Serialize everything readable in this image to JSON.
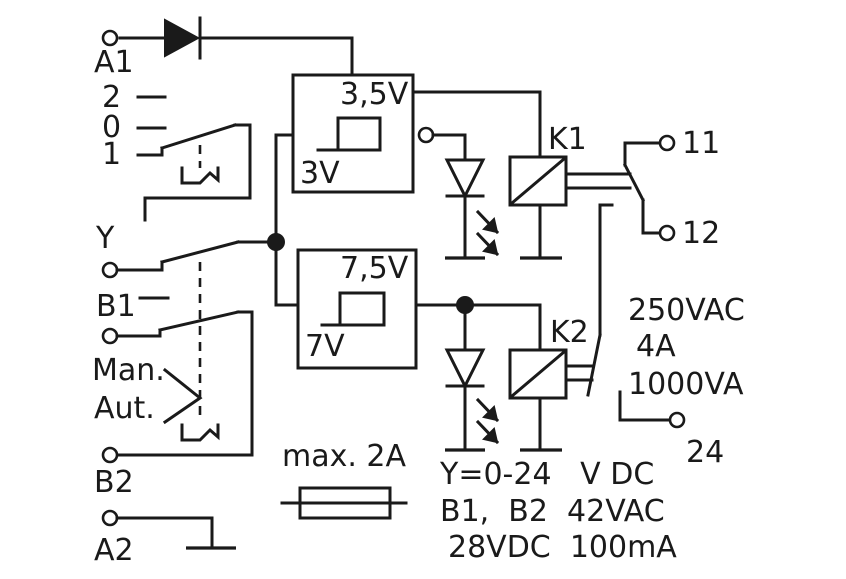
{
  "terminals": {
    "a1": "A1",
    "pos2": "2",
    "pos0": "0",
    "pos1": "1",
    "y": "Y",
    "b1": "B1",
    "man": "Man.",
    "aut": "Aut.",
    "b2": "B2",
    "a2": "A2",
    "t11": "11",
    "t12": "12",
    "t24": "24"
  },
  "comparators": {
    "upper_high": "3,5V",
    "upper_low": "3V",
    "lower_high": "7,5V",
    "lower_low": "7V"
  },
  "relays": {
    "k1": "K1",
    "k2": "K2"
  },
  "fuse": {
    "label": "max. 2A"
  },
  "contact_rating": {
    "voltage": "250VAC",
    "current": "4A",
    "power": "1000VA"
  },
  "specs": {
    "line1": "Y=0-24   V DC",
    "line2": "B1,  B2  42VAC",
    "line3": "28VDC  100mA"
  }
}
